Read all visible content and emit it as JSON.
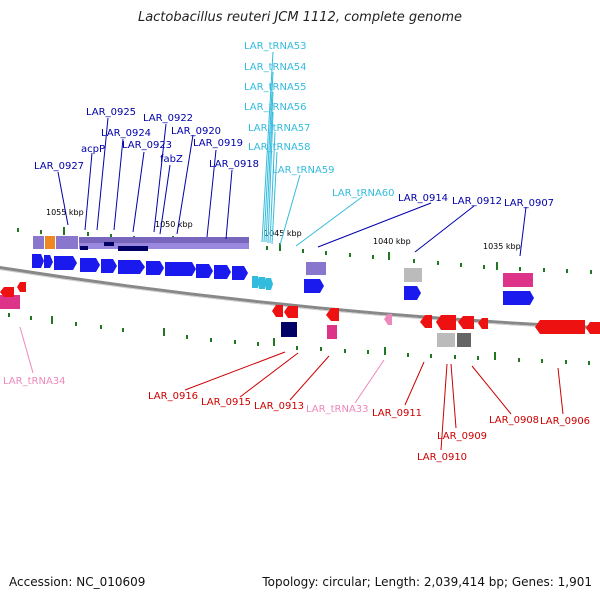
{
  "title": "Lactobacillus reuteri JCM 1112, complete genome",
  "footer": {
    "accession": "Accession: NC_010609",
    "summary": "Topology: circular; Length: 2,039,414 bp; Genes: 1,901"
  },
  "colors": {
    "forward_label": "#0000aa",
    "reverse_label": "#cc0000",
    "trna_forward": "#33bbdd",
    "trna_reverse": "#ee88bb",
    "backbone": "#888888",
    "tick": "#227722"
  },
  "ticks": [
    "1055 kbp",
    "1050 kbp",
    "1045 kbp",
    "1040 kbp",
    "1035 kbp"
  ],
  "top_labels": [
    "LAR_tRNA53",
    "LAR_tRNA54",
    "LAR_tRNA55",
    "LAR_tRNA56",
    "LAR_tRNA57",
    "LAR_tRNA58",
    "LAR_tRNA59",
    "LAR_tRNA60",
    "LAR_0925",
    "LAR_0922",
    "LAR_0924",
    "LAR_0920",
    "acpP",
    "LAR_0923",
    "LAR_0919",
    "fabZ",
    "LAR_0927",
    "LAR_0918",
    "LAR_0914",
    "LAR_0912",
    "LAR_0907"
  ],
  "bottom_labels": [
    "LAR_tRNA34",
    "LAR_0916",
    "LAR_0915",
    "LAR_0913",
    "LAR_tRNA33",
    "LAR_0911",
    "LAR_0909",
    "LAR_0910",
    "LAR_0908",
    "LAR_0906"
  ]
}
